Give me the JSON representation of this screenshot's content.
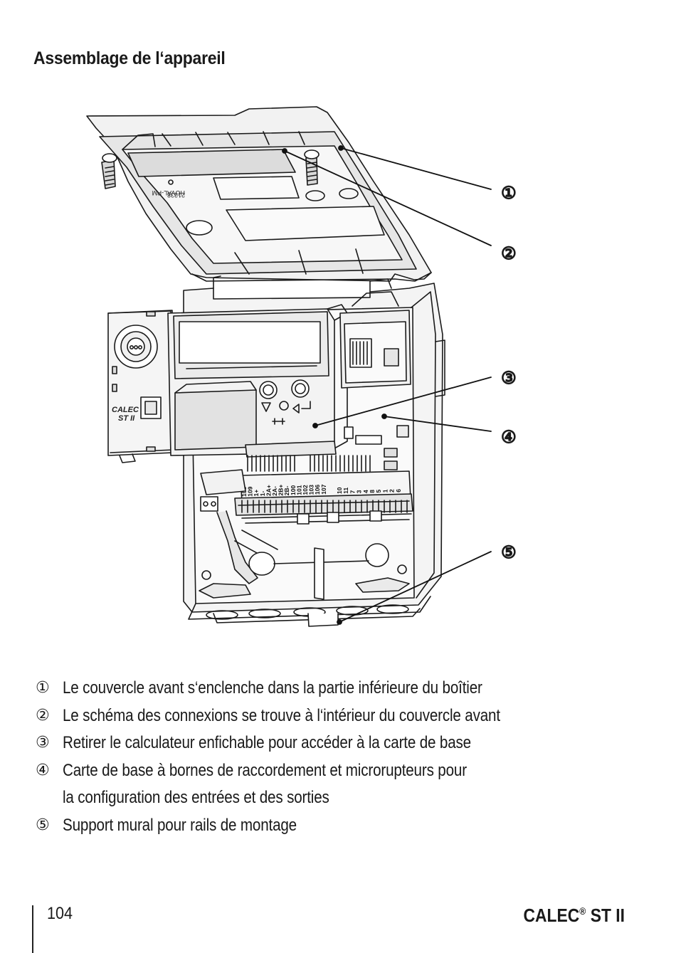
{
  "page": {
    "title": "Assemblage de l‘appareil",
    "page_number": "104",
    "product_name": "CALEC",
    "product_registered": "®",
    "product_suffix": " ST II"
  },
  "figure": {
    "callouts": [
      "①",
      "②",
      "③",
      "④",
      "⑤"
    ],
    "device_label_line1": "CALEC",
    "device_label_line2": "ST II",
    "terminal_labels_left": [
      "108",
      "109",
      "1+",
      "1-",
      "2A+",
      "2A-",
      "2B+",
      "2B-",
      "100",
      "101",
      "102",
      "103",
      "106",
      "107"
    ],
    "terminal_labels_right": [
      "10",
      "11",
      "7",
      "3",
      "4",
      "8",
      "5",
      "1",
      "2",
      "6"
    ]
  },
  "legend": [
    {
      "num": "①",
      "text": "Le couvercle avant s‘enclenche dans la partie inférieure du boîtier"
    },
    {
      "num": "②",
      "text": "Le schéma des connexions se trouve à l‘intérieur du couvercle avant"
    },
    {
      "num": "③",
      "text": "Retirer le calculateur enfichable pour accéder à la carte de base"
    },
    {
      "num": "④",
      "text": "Carte de base à bornes de raccordement et microrupteurs pour",
      "text2": "la configuration des entrées et des sorties"
    },
    {
      "num": "⑤",
      "text": "Support mural pour rails de montage"
    }
  ]
}
